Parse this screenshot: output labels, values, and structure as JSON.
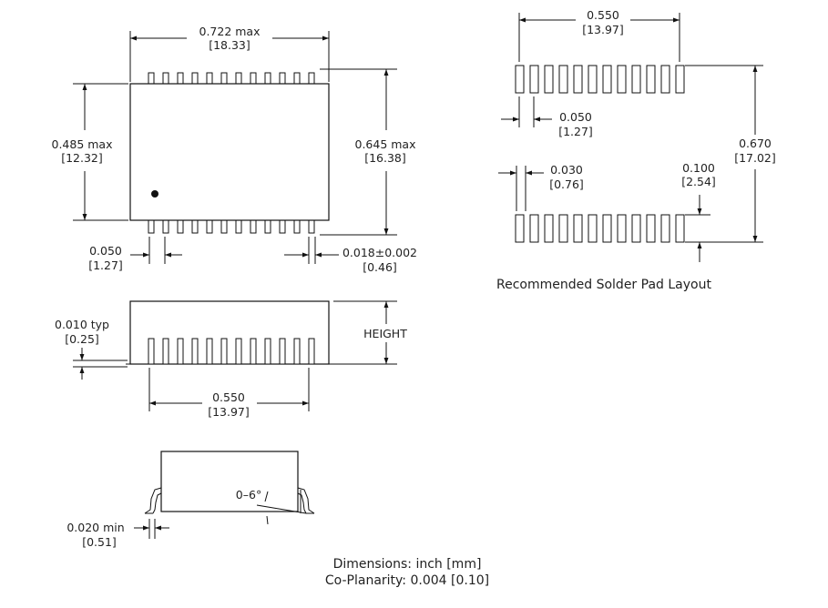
{
  "top_view": {
    "width_in": "0.722  max",
    "width_mm": "[18.33]",
    "body_in": "0.485  max",
    "body_mm": "[12.32]",
    "overall_in": "0.645  max",
    "overall_mm": "[16.38]",
    "pitch_in": "0.050",
    "pitch_mm": "[1.27]",
    "lead_in": "0.018±0.002",
    "lead_mm": "[0.46]",
    "pins_per_side": 12
  },
  "side_view": {
    "standoff_in": "0.010  typ",
    "standoff_mm": "[0.25]",
    "height_label": "HEIGHT",
    "span_in": "0.550",
    "span_mm": "[13.97]"
  },
  "end_view": {
    "angle_label": "0–6°",
    "foot_in": "0.020  min",
    "foot_mm": "[0.51]"
  },
  "pad_layout": {
    "span_in": "0.550",
    "span_mm": "[13.97]",
    "pitch_in": "0.050",
    "pitch_mm": "[1.27]",
    "pad_w_in": "0.030",
    "pad_w_mm": "[0.76]",
    "pad_l_in": "0.100",
    "pad_l_mm": "[2.54]",
    "overall_in": "0.670",
    "overall_mm": "[17.02]",
    "caption": "Recommended Solder Pad Layout"
  },
  "notes": {
    "units": "Dimensions: inch [mm]",
    "coplanarity": "Co-Planarity: 0.004 [0.10]"
  }
}
